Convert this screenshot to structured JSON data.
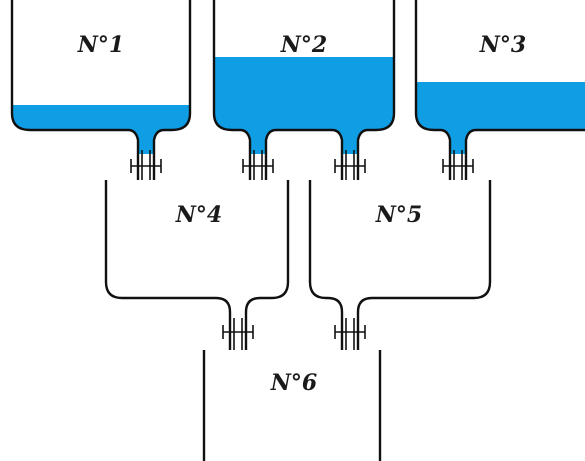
{
  "colors": {
    "water": "#0f9ee3",
    "wall": "#111111"
  },
  "tanks": [
    {
      "id": "tank-1",
      "label": "N°1",
      "water_level": 0.18
    },
    {
      "id": "tank-2",
      "label": "N°2",
      "water_level": 0.72
    },
    {
      "id": "tank-3",
      "label": "N°3",
      "water_level": 0.47
    },
    {
      "id": "tank-4",
      "label": "N°4",
      "water_level": 0
    },
    {
      "id": "tank-5",
      "label": "N°5",
      "water_level": 0
    },
    {
      "id": "tank-6",
      "label": "N°6",
      "water_level": 0
    }
  ],
  "valves": [
    {
      "id": "valve-tank-1",
      "state": "closed"
    },
    {
      "id": "valve-tank-2-left",
      "state": "closed"
    },
    {
      "id": "valve-tank-2-right",
      "state": "closed"
    },
    {
      "id": "valve-tank-3",
      "state": "closed"
    },
    {
      "id": "valve-tank-4",
      "state": "closed"
    },
    {
      "id": "valve-tank-5",
      "state": "closed"
    }
  ]
}
